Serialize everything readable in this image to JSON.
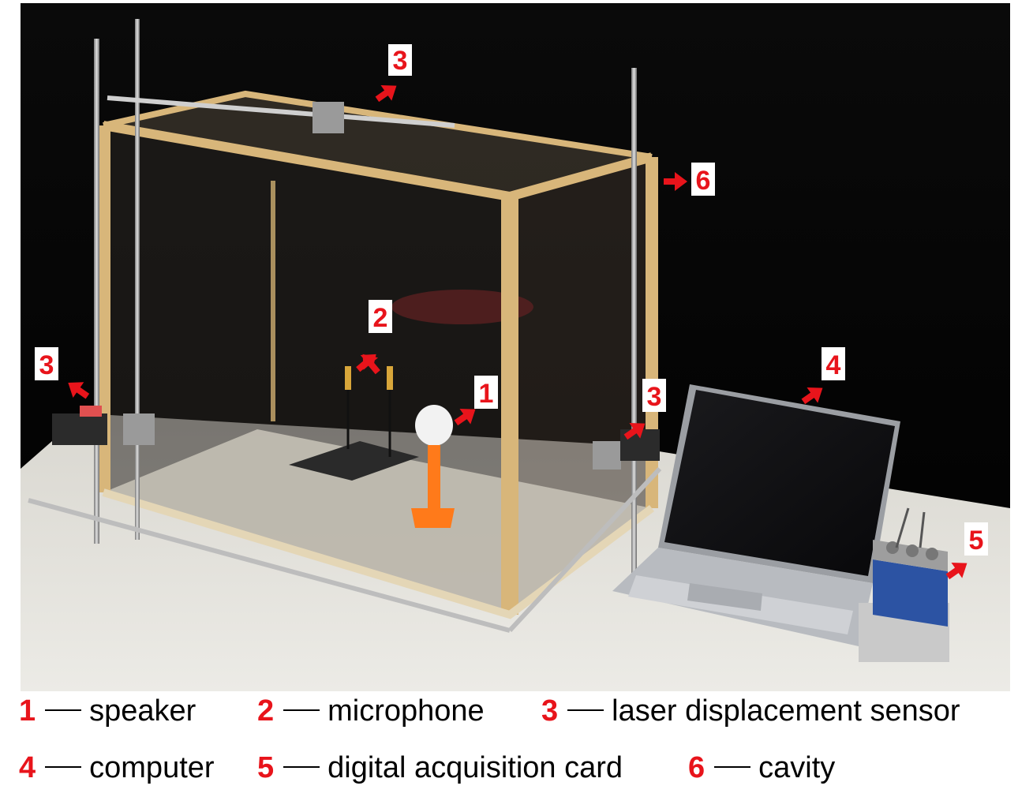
{
  "markers": {
    "speaker": "1",
    "microphone": "2",
    "laser_top": "3",
    "laser_left": "3",
    "laser_right": "3",
    "computer": "4",
    "daq": "5",
    "cavity": "6"
  },
  "legend": {
    "row1": [
      {
        "num": "1",
        "label": "speaker"
      },
      {
        "num": "2",
        "label": "microphone"
      },
      {
        "num": "3",
        "label": "laser displacement sensor"
      }
    ],
    "row2": [
      {
        "num": "4",
        "label": "computer"
      },
      {
        "num": "5",
        "label": "digital acquisition card"
      },
      {
        "num": "6",
        "label": "cavity"
      }
    ]
  },
  "colors": {
    "marker": "#e8141b",
    "background": "#050505",
    "table": "#e4e2dc",
    "frame": "#d8b67a"
  }
}
